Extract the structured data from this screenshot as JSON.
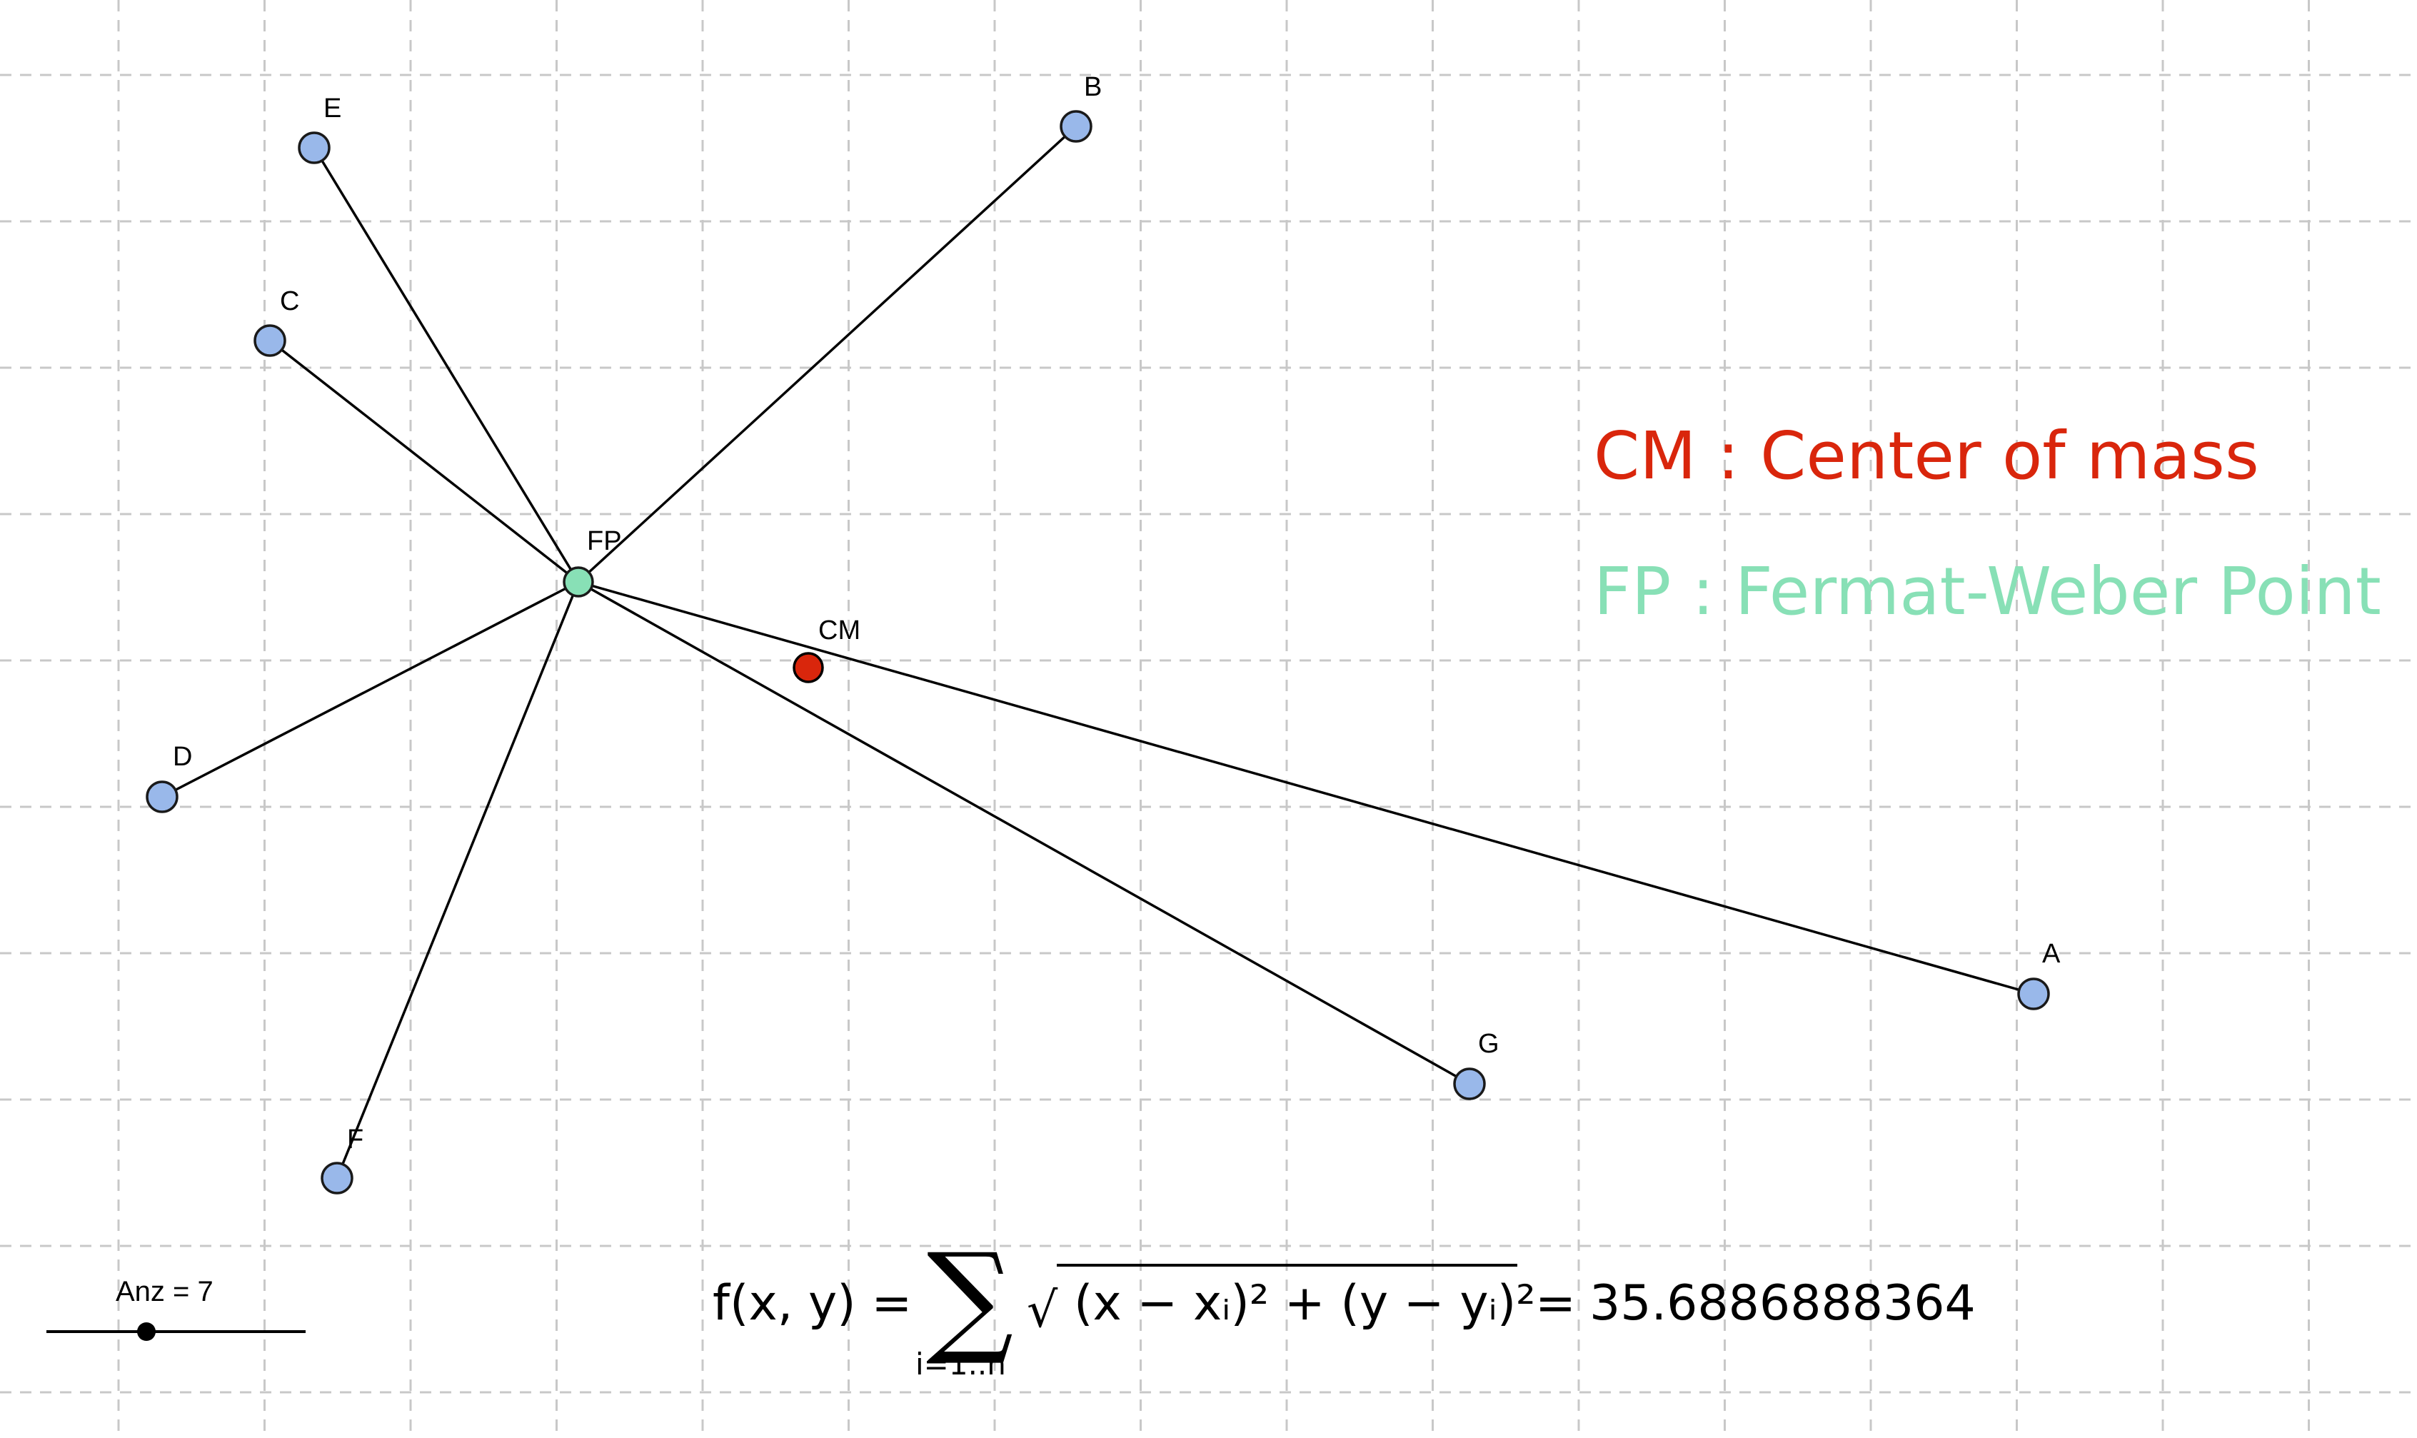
{
  "points": [
    {
      "id": "A",
      "label": "A",
      "role": "input",
      "color": "#99b8ea"
    },
    {
      "id": "B",
      "label": "B",
      "role": "input",
      "color": "#99b8ea"
    },
    {
      "id": "C",
      "label": "C",
      "role": "input",
      "color": "#99b8ea"
    },
    {
      "id": "D",
      "label": "D",
      "role": "input",
      "color": "#99b8ea"
    },
    {
      "id": "E",
      "label": "E",
      "role": "input",
      "color": "#99b8ea"
    },
    {
      "id": "F",
      "label": "F",
      "role": "input",
      "color": "#99b8ea"
    },
    {
      "id": "G",
      "label": "G",
      "role": "input",
      "color": "#99b8ea"
    },
    {
      "id": "FP",
      "label": "FP",
      "role": "fermat-weber",
      "color": "#88e0b6"
    },
    {
      "id": "CM",
      "label": "CM",
      "role": "center-of-mass",
      "color": "#d9260c"
    }
  ],
  "segments": [
    {
      "from": "FP",
      "to": "A"
    },
    {
      "from": "FP",
      "to": "B"
    },
    {
      "from": "FP",
      "to": "C"
    },
    {
      "from": "FP",
      "to": "D"
    },
    {
      "from": "FP",
      "to": "E"
    },
    {
      "from": "FP",
      "to": "F"
    },
    {
      "from": "FP",
      "to": "G"
    }
  ],
  "legend": {
    "cm_text": "CM : Center of mass",
    "cm_color": "#d9260c",
    "fp_text": "FP : Fermat-Weber Point",
    "fp_color": "#88e0b6"
  },
  "formula": {
    "lhs": "f(x, y) =",
    "sigma": "∑",
    "subscript": "i=1..n",
    "sqrt_symbol": "√",
    "body": "(x − xᵢ)² + (y − yᵢ)²",
    "equals": "=",
    "value": "35.6886888364"
  },
  "slider": {
    "label": "Anz = 7",
    "value": 7
  },
  "grid": {
    "style": "dashed",
    "color": "#c8c8c8"
  }
}
